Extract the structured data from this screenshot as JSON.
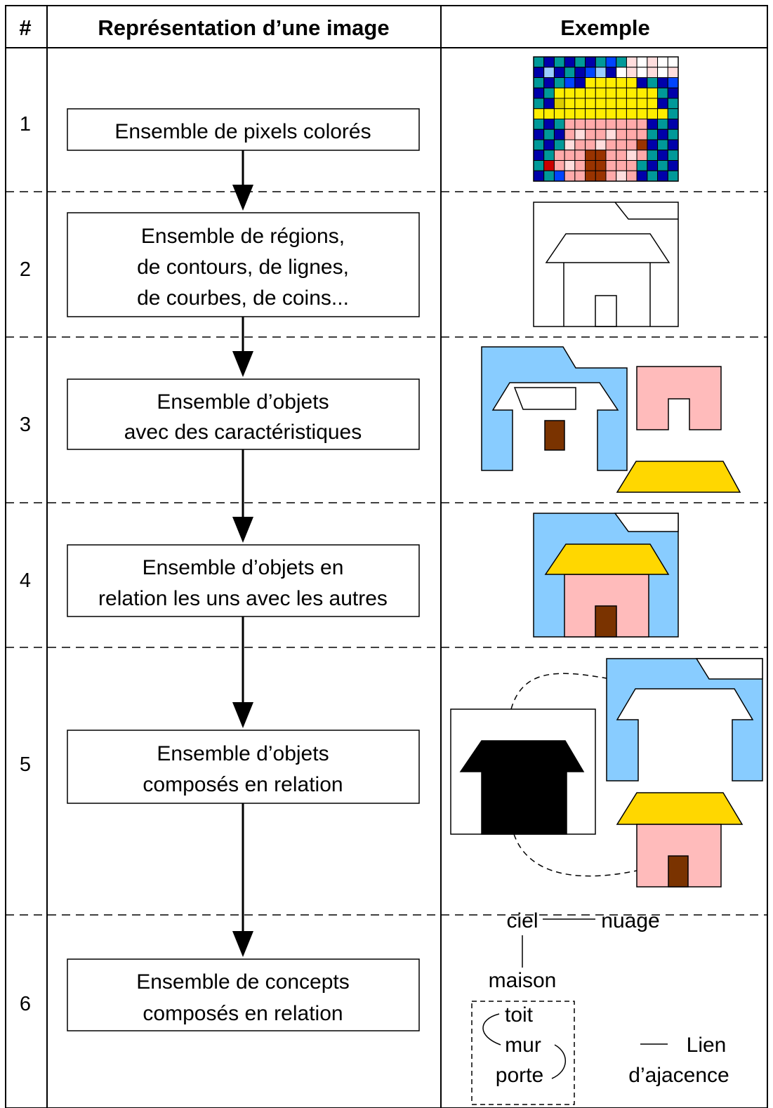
{
  "header": {
    "col_number": "#",
    "col_representation": "Représentation d’une image",
    "col_example": "Exemple"
  },
  "rows": [
    {
      "number": "1",
      "lines": [
        "Ensemble de pixels colorés"
      ]
    },
    {
      "number": "2",
      "lines": [
        "Ensemble de régions,",
        "de contours, de lignes,",
        "de courbes, de coins..."
      ]
    },
    {
      "number": "3",
      "lines": [
        "Ensemble d’objets",
        "avec des caractéristiques"
      ]
    },
    {
      "number": "4",
      "lines": [
        "Ensemble d’objets en",
        "relation les uns avec les autres"
      ]
    },
    {
      "number": "5",
      "lines": [
        "Ensemble d’objets",
        "composés en relation"
      ]
    },
    {
      "number": "6",
      "lines": [
        "Ensemble de concepts",
        "composés en relation"
      ]
    }
  ],
  "concept_graph": {
    "sky": "ciel",
    "cloud": "nuage",
    "house": "maison",
    "roof": "toit",
    "wall": "mur",
    "door": "porte",
    "legend_line1": "Lien",
    "legend_line2": "d’ajacence"
  },
  "colors": {
    "sky": "#88ccff",
    "roof": "#ffd700",
    "wall": "#ffbbbb",
    "door": "#7a3300",
    "pixel_navy": "#0000aa",
    "pixel_blue": "#0044ff",
    "pixel_teal": "#009999",
    "pixel_cyan": "#00cccc",
    "pixel_lightblue": "#99ccff",
    "pixel_white": "#ffffff",
    "pixel_yellow": "#ffee00",
    "pixel_gold": "#ddcc00",
    "pixel_pink": "#ffaaaa",
    "pixel_lightpink": "#ffdddd",
    "pixel_brown": "#993300",
    "pixel_red": "#cc0000"
  }
}
